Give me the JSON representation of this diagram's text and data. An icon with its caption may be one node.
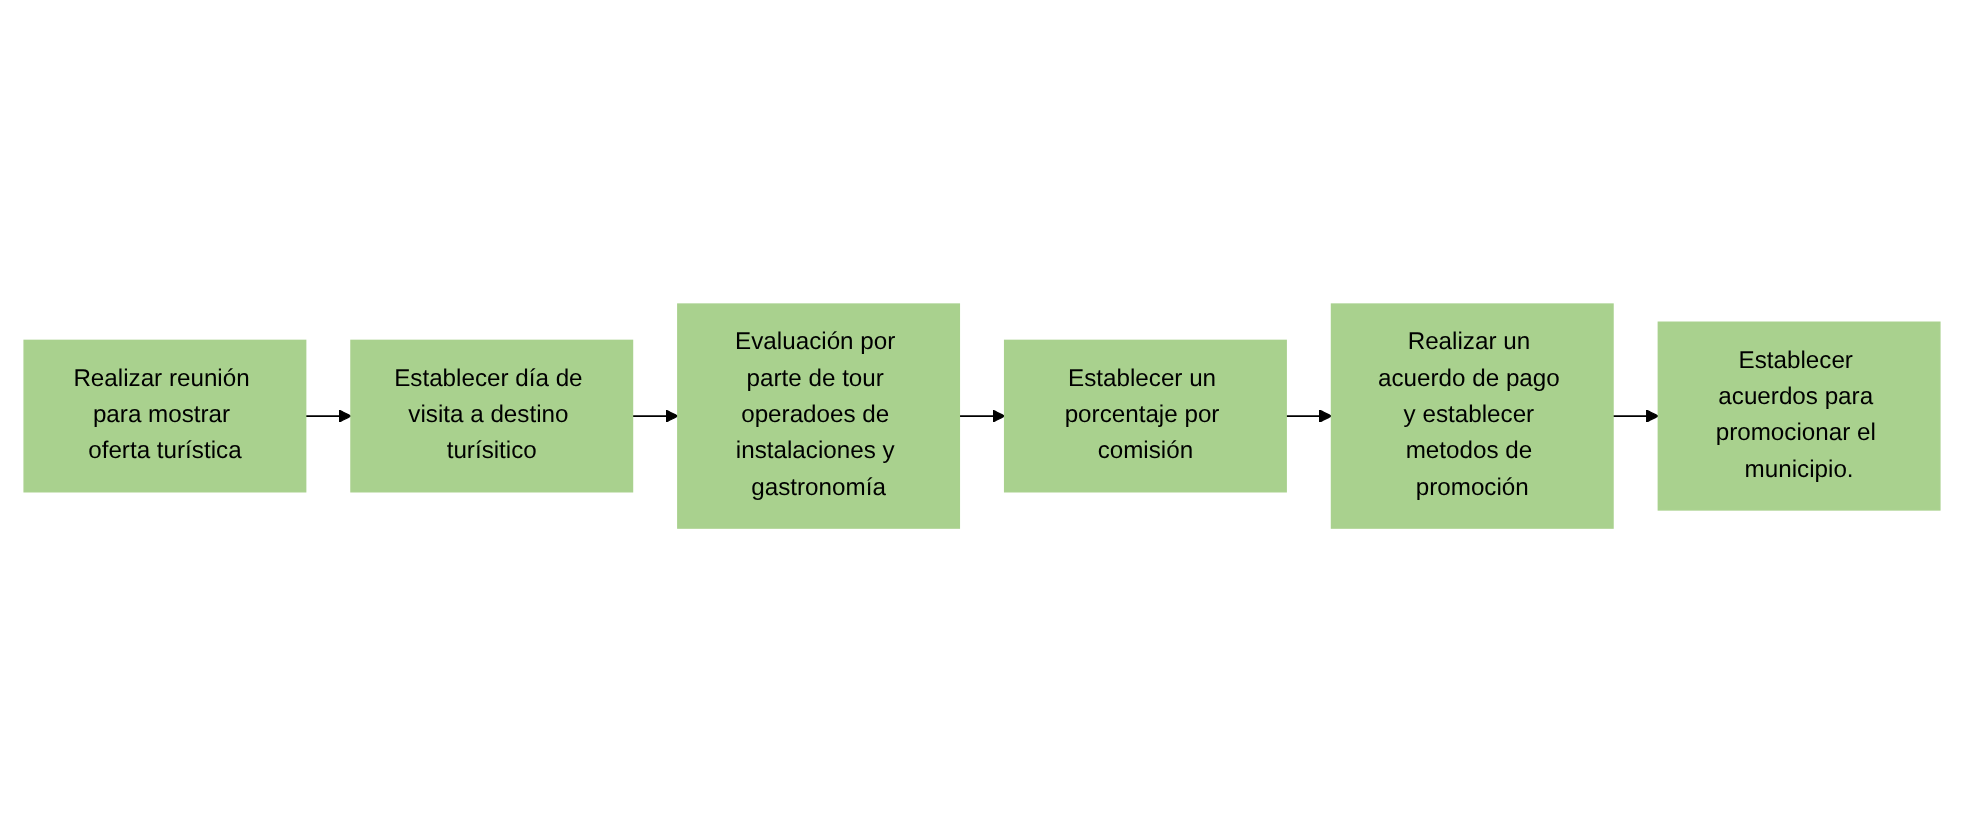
{
  "diagram": {
    "nodes": [
      {
        "text": [
          "Realizar reunión para mostrar oferta turística"
        ]
      },
      {
        "text": [
          "Establecer día de visita a destino turísitico"
        ]
      },
      {
        "text": [
          "Evaluación por parte de tour operadoes de instalaciones y gastronomía"
        ]
      },
      {
        "text": [
          "Establecer un porcentaje por comisión"
        ]
      },
      {
        "text": [
          "Realizar un acuerdo de pago y establecer metodos de promoción"
        ]
      },
      {
        "text": [
          "Establecer acuerdos para promocionar el municipio."
        ]
      }
    ],
    "edges": [
      {
        "from": 0,
        "to": 1,
        "arrow": "to"
      },
      {
        "from": 1,
        "to": 2,
        "arrow": "to"
      },
      {
        "from": 2,
        "to": 3,
        "arrow": "to"
      },
      {
        "from": 3,
        "to": 4,
        "arrow": "to"
      },
      {
        "from": 4,
        "to": 5,
        "arrow": "to"
      }
    ]
  }
}
